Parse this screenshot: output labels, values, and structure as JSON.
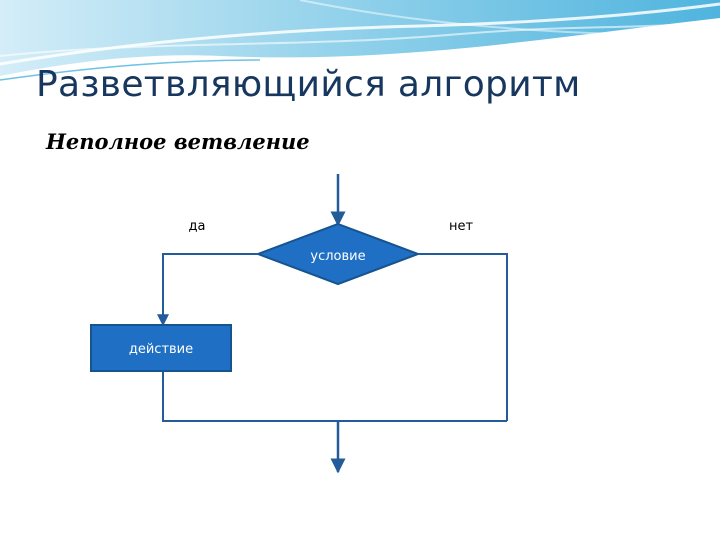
{
  "slide": {
    "title": "Разветвляющийся алгоритм",
    "subtitle": "Неполное ветвление"
  },
  "flowchart": {
    "condition_label": "условие",
    "action_label": "действие",
    "yes_label": "да",
    "no_label": "нет"
  },
  "colors": {
    "title": "#17375e",
    "shape_fill": "#1f6fc5",
    "shape_stroke": "#16548f",
    "connector": "#245b9a",
    "shape_text": "#ffffff"
  }
}
